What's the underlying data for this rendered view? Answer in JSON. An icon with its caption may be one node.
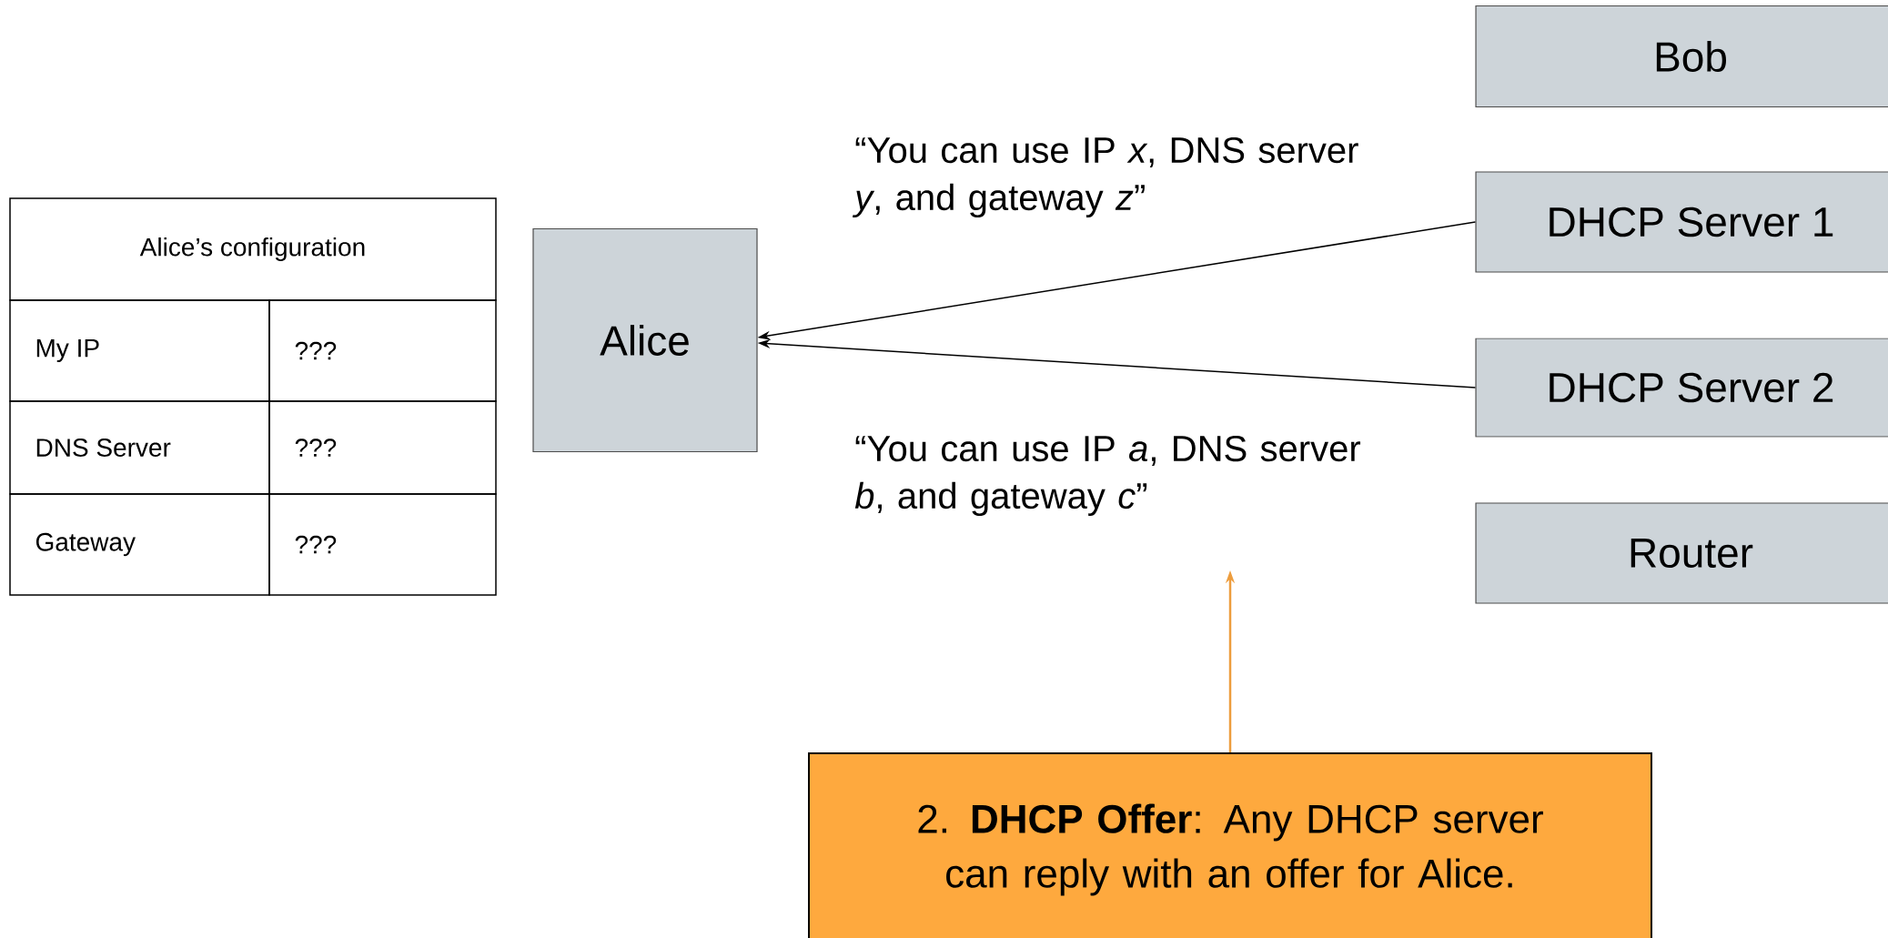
{
  "diagram": {
    "nodes": [
      {
        "text": [
          "Alice"
        ]
      },
      {
        "text": [
          "Bob"
        ]
      },
      {
        "text": [
          "DHCP Server 1"
        ]
      },
      {
        "text": [
          "DHCP Server 2"
        ]
      },
      {
        "text": [
          "Router"
        ]
      },
      {
        "text": [
          "2. **DHCP Offer**: Any DHCP server can reply with an offer for Alice."
        ]
      }
    ],
    "edges": [
      {
        "from": 2,
        "to": 0,
        "arrow": "to",
        "label": "“You can use IP *x*, DNS server *y*, and gateway *z*”"
      },
      {
        "from": 3,
        "to": 0,
        "arrow": "to",
        "label": "“You can use IP *a*, DNS server *b*, and gateway *c*”"
      },
      {
        "from": 5,
        "to": null,
        "arrow": "to",
        "color": "#ed9d3e"
      }
    ],
    "labels": [
      "Alice’s configuration",
      "My IP",
      "???",
      "DNS Server",
      "???",
      "Gateway",
      "???"
    ]
  }
}
